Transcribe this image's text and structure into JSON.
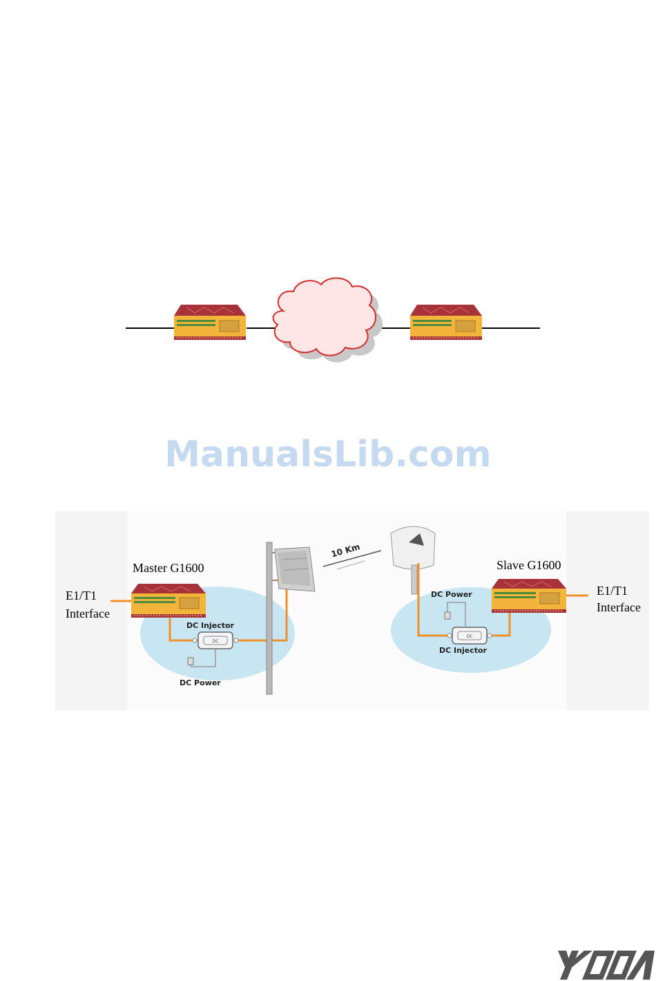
{
  "watermark": "ManualsLib.com",
  "diagram": {
    "master_label": "Master G1600",
    "slave_label": "Slave G1600",
    "left_interface_line1": "E1/T1",
    "left_interface_line2": "Interface",
    "right_interface_line1": "E1/T1",
    "right_interface_line2": "Interface",
    "left_dc_injector": "DC Injector",
    "left_dc_power": "DC Power",
    "right_dc_power": "DC Power",
    "right_dc_injector": "DC Injector",
    "distance": "10 Km"
  },
  "colors": {
    "device_body": "#f2b43a",
    "device_top": "#a8323a",
    "device_stripe": "#4a8a3a",
    "cable": "#f0902a",
    "halo": "#c7e6f2",
    "cloud_fill": "#ffe6e6",
    "cloud_stroke": "#d42a2a"
  },
  "logo_text": "YODA"
}
